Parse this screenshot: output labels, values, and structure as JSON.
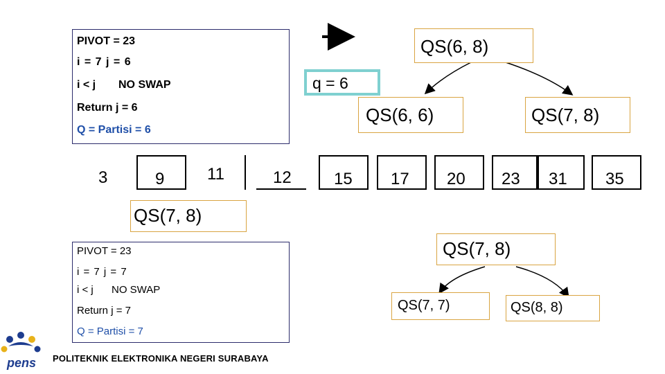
{
  "panel_top": {
    "pivot": "PIVOT = 23",
    "ij": "i = 7 j = 6",
    "cond": "i < j",
    "swap": "NO SWAP",
    "ret": "Return j = 6",
    "partisi": "Q = Partisi = 6"
  },
  "panel_bottom": {
    "pivot": "PIVOT = 23",
    "ij": "i = 7 j = 7",
    "cond": "i < j",
    "swap": "NO SWAP",
    "ret": "Return j = 7",
    "partisi": "Q = Partisi = 7"
  },
  "qs_top": "QS(6, 8)",
  "q_label": "q = 6",
  "qs_left": "QS(6, 6)",
  "qs_right": "QS(7, 8)",
  "qs_mid": "QS(7, 8)",
  "qs_tree_root": "QS(7, 8)",
  "qs_tree_left": "QS(7, 7)",
  "qs_tree_right": "QS(8, 8)",
  "array": [
    "3",
    "9",
    "11",
    "12",
    "15",
    "17",
    "20",
    "23",
    "31",
    "35"
  ],
  "footer": "POLITEKNIK ELEKTRONIKA NEGERI SURABAYA",
  "logo_text": "pens",
  "colors": {
    "panel_border": "#2b2b6b",
    "qs_border": "#d9a441",
    "q_border": "#7fd0d0",
    "accent_blue": "#1f4fa8"
  }
}
